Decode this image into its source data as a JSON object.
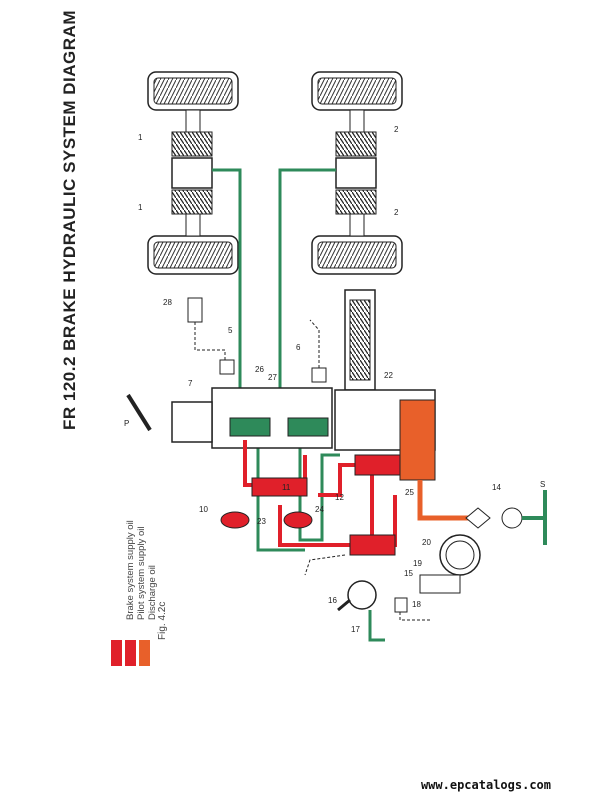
{
  "diagram": {
    "title": "FR 120.2 BRAKE HYDRAULIC SYSTEM DIAGRAM",
    "figure": "Fig. 4.2c",
    "legend": [
      {
        "label": "Brake system supply oil",
        "color": "#e0202a"
      },
      {
        "label": "Pilot system supply oil",
        "color": "#e0202a"
      },
      {
        "label": "Discharge oil",
        "color": "#e8602a"
      },
      {
        "label": "",
        "color": "#2e8a5a"
      }
    ],
    "colors": {
      "red": "#e0202a",
      "orange": "#e8602a",
      "green": "#2e8a5a",
      "line": "#222222"
    },
    "callouts": [
      "1",
      "1",
      "2",
      "2",
      "28",
      "5",
      "6",
      "7",
      "P",
      "26",
      "27",
      "22",
      "10",
      "23",
      "11",
      "24",
      "12",
      "25",
      "14",
      "S",
      "20",
      "19",
      "15",
      "16",
      "17",
      "18"
    ],
    "watermark": "www.epcatalogs.com"
  }
}
